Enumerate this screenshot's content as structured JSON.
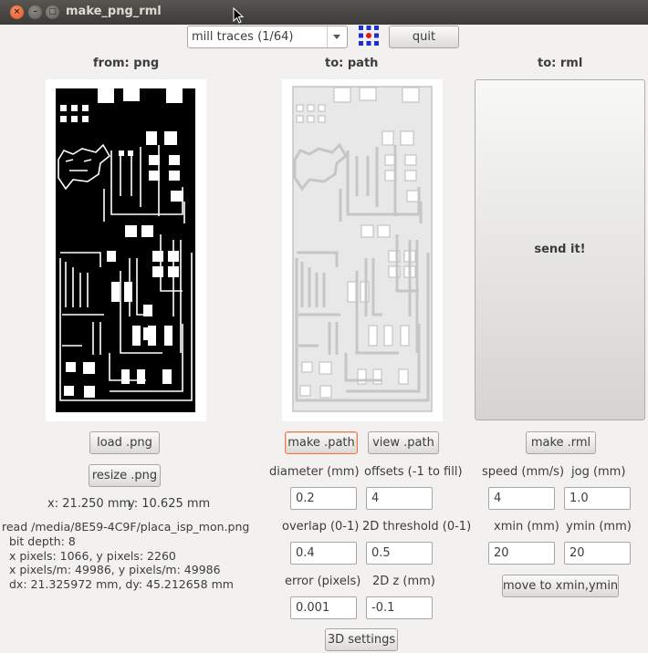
{
  "window": {
    "title": "make_png_rml",
    "close_glyph": "×",
    "minimize_glyph": "–",
    "maximize_glyph": "□"
  },
  "toolbar": {
    "mode_selected": "mill traces (1/64)",
    "quit_label": "quit",
    "logo_icon": "fab-logo-icon"
  },
  "columns": {
    "png_header": "from: png",
    "path_header": "to: path",
    "rml_header": "to: rml"
  },
  "png": {
    "load_label": "load .png",
    "resize_label": "resize .png",
    "x_coord": "x: 21.250 mm",
    "y_coord": "y: 10.625 mm",
    "info_lines": [
      "read /media/8E59-4C9F/placa_isp_mon.png",
      "  bit depth: 8",
      "  x pixels: 1066, y pixels: 2260",
      "  x pixels/m: 49986, y pixels/m: 49986",
      "  dx: 21.325972 mm, dy: 45.212658 mm"
    ]
  },
  "path": {
    "make_label": "make .path",
    "view_label": "view .path",
    "diameter_label": "diameter (mm)",
    "diameter_value": "0.2",
    "offsets_label": "offsets (-1 to fill)",
    "offsets_value": "4",
    "overlap_label": "overlap (0-1)",
    "overlap_value": "0.4",
    "threshold_label": "2D threshold (0-1)",
    "threshold_value": "0.5",
    "error_label": "error (pixels)",
    "error_value": "0.001",
    "dz_label": "2D z (mm)",
    "dz_value": "-0.1",
    "settings3d_label": "3D settings"
  },
  "rml": {
    "send_label": "send it!",
    "make_label": "make .rml",
    "speed_label": "speed (mm/s)",
    "speed_value": "4",
    "jog_label": "jog (mm)",
    "jog_value": "1.0",
    "xmin_label": "xmin (mm)",
    "xmin_value": "20",
    "ymin_label": "ymin (mm)",
    "ymin_value": "20",
    "move_label": "move to xmin,ymin"
  }
}
